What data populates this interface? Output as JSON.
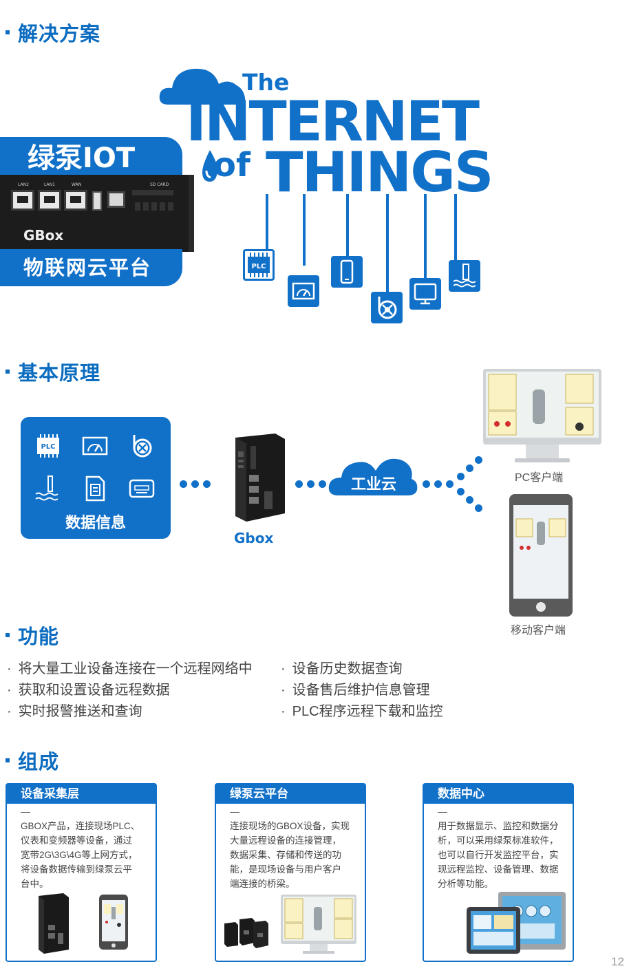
{
  "sections": {
    "solution": "解决方案",
    "principle": "基本原理",
    "function": "功能",
    "composition": "组成"
  },
  "hero": {
    "brand_top": "绿泵IOT",
    "brand_bottom": "物联网云平台",
    "device_name": "GBox",
    "device_port_labels": [
      "LAN2",
      "LAN1",
      "WAN",
      "SD CARD"
    ],
    "iot_the": "The",
    "iot_internet": "INTERNET",
    "iot_of": "of",
    "iot_things": "THINGS",
    "plc_icon_text": "PLC"
  },
  "principle": {
    "panel_label": "数据信息",
    "plc_icon_text": "PLC",
    "gateway_label": "Gbox",
    "cloud_label": "工业云",
    "pc_label": "PC客户端",
    "mobile_label": "移动客户端"
  },
  "features": {
    "left": [
      "将大量工业设备连接在一个远程网络中",
      "获取和设置设备远程数据",
      "实时报警推送和查询"
    ],
    "right": [
      "设备历史数据查询",
      "设备售后维护信息管理",
      "PLC程序远程下载和监控"
    ]
  },
  "cards": [
    {
      "title": "设备采集层",
      "dash": "—",
      "lines": [
        "GBOX产品，连接现场PLC、",
        "仪表和变频器等设备，通过",
        "宽带2G\\3G\\4G等上网方式，",
        "将设备数据传输到绿泵云平",
        "台中。"
      ]
    },
    {
      "title": "绿泵云平台",
      "dash": "—",
      "lines": [
        "连接现场的GBOX设备，实现",
        "大量远程设备的连接管理，",
        "数据采集、存储和传送的功",
        "能，是现场设备与用户客户",
        "端连接的桥梁。"
      ]
    },
    {
      "title": "数据中心",
      "dash": "—",
      "lines": [
        "用于数据显示、监控和数据分",
        "析，可以采用绿泵标准软件，",
        "也可以自行开发监控平台，实",
        "现远程监控、设备管理、数据",
        "分析等功能。"
      ]
    }
  ],
  "page_number": "12",
  "colors": {
    "brand_blue": "#1170c8",
    "title_blue": "#0b6cc0"
  }
}
